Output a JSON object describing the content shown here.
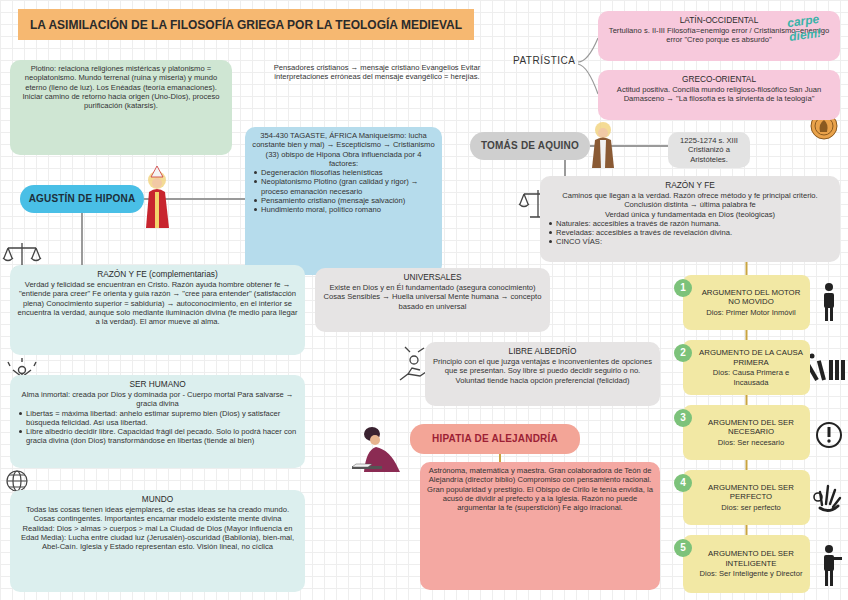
{
  "diagram": {
    "title": "LA ASIMILACIÓN DE LA FILOSOFÍA GRIEGA POR LA TEOLOGÍA MEDIEVAL",
    "nodes": [
      {
        "text": [
          "Plotino: relaciona religiones mistéricas y platonismo = neoplatonismo. Mundo terrenal (ruina y miseria) y mundo eterno (lleno de luz). Los Enéadas (teoría emanaciones). Iniciar camino de retorno hacia origen (Uno-Dios), proceso purificación (katarsis)."
        ]
      },
      {
        "text": [
          "LATÍN-OCCIDENTAL",
          "Tertuliano s. II-III Filosofía=enemigo error / Cristianismo=enemigo error \"Creo porque es absurdo\""
        ]
      },
      {
        "text": [
          "GRECO-ORIENTAL",
          "Actitud positiva. Concilia mundo religioso-filosófico San Juan Damasceno → \"La filosofía es la sirvienta de la teología\""
        ]
      },
      {
        "text": [
          "354-430 TAGASTE, ÁFRICA Maniqueísmo: lucha constante bien y mal) → Escepticismo → Cristianismo (33) obispo de Hipona Obra influenciada por 4 factores:",
          "Degeneración filosofías helenísticas",
          "Neoplatonismo Plotino (gran calidad y rigor) → proceso emanación necesario",
          "Pensamiento cristiano (mensaje salvación)",
          "Hundimiento moral, político romano"
        ]
      },
      {
        "text": [
          "TOMÁS DE AQUINO"
        ]
      },
      {
        "text": [
          "1225-1274 s. XIII Cristianizó a Aristóteles."
        ]
      },
      {
        "text": [
          "AGUSTÍN DE HIPONA"
        ]
      },
      {
        "text": [
          "RAZÓN Y FE",
          "Caminos que llegan a la verdad. Razón ofrece método y fe principal criterio. Conclusión distinta → última palabra fe",
          "Verdad única y fundamentada en Dios (teológicas)",
          "Naturales: accesibles a través de razón humana.",
          "Reveladas: accesibles a través de revelación divina.",
          "CINCO VÍAS:"
        ]
      },
      {
        "text": [
          "RAZÓN Y FE (complementarias)",
          "Verdad y felicidad se encuentran en Cristo. Razón ayuda hombre obtener fe → \"entiende para creer\" Fe orienta y guía razón → \"cree para entender\" (satisfacción plena) Conocimiento superior = sabiduría) → autoconocimiento, en el interior se encuentra la verdad, aunque solo mediante iluminación divina (fe medio para llegar a la verdad). El amor mueve al alma."
        ]
      },
      {
        "text": [
          "UNIVERSALES",
          "Existe en Dios y en Él fundamentado (asegura conocimiento) Cosas Sensibles → Huella universal Mente humana → concepto basado en universal"
        ]
      },
      {
        "text": [
          "ARGUMENTO DEL MOTOR NO MOVIDO",
          "Dios: Primer Motor Inmóvil"
        ]
      },
      {
        "text": [
          "ARGUMENTO DE LA CAUSA PRIMERA",
          "Dios: Causa Primera e Incausada"
        ]
      },
      {
        "text": [
          "LIBRE ALBEDRÍO",
          "Principio con el que juzga ventajas e inconvenientes de opciones que se presentan. Soy libre si puedo decidir seguirlo o no. Voluntad tiende hacia opción preferencial (felicidad)"
        ]
      },
      {
        "text": [
          "SER HUMANO",
          "Alma inmortal: creada por Dios y dominada por - Cuerpo mortal Para salvarse → gracia divina",
          "Libertas = máxima libertad: anhelo estimar supremo bien (Dios) y satisfacer búsqueda felicidad. Así usa libertad.",
          "Libre albedrío decidir libre. Capacidad frágil del pecado. Solo lo podrá hacer con gracia divina (don Dios) transformándose en libertas (tiende al bien)"
        ]
      },
      {
        "text": [
          "ARGUMENTO DEL SER NECESARIO",
          "Dios: Ser necesario"
        ]
      },
      {
        "text": [
          "HIPATIA DE ALEJANDRÍA"
        ]
      },
      {
        "text": [
          "Astrónoma, matemática y maestra. Gran colaboradora de Teón de Alejandría (director biblio) Compromiso con pensamiento racional. Gran popularidad y prestigio. El Obispo de Cirilo le tenía envidia, la acusó de dividir al prefecto y a la Iglesia. Razón no puede argumentar la fe (superstición) Fe algo irracional."
        ]
      },
      {
        "text": [
          "ARGUMENTO DEL SER PERFECTO",
          "Dios: ser perfecto"
        ]
      },
      {
        "text": [
          "MUNDO",
          "Todas las cosas tienen ideas ejemplares, de estas ideas se ha creado mundo. Cosas contingentes. Importantes encarnar modelo existente mente divina Realidad: Dios > almas > cuerpos > mal La Ciudad de Dios (Mayor influencia en Edad Media): Lucha entre ciudad luz (Jerusalén)-oscuridad (Babilonia), bien-mal, Abel-Caín. Iglesia y Estado representan esto. Visión lineal, no cíclica"
        ]
      },
      {
        "text": [
          "ARGUMENTO DEL SER INTELIGENTE",
          "Dios: Ser Inteligente y Director"
        ]
      }
    ],
    "edges": [
      {
        "from": 6,
        "to": 3,
        "arrow": "none"
      },
      {
        "from": 6,
        "to": 8,
        "arrow": "none"
      },
      {
        "from": 4,
        "to": 5,
        "arrow": "none"
      },
      {
        "from": 4,
        "to": 7,
        "arrow": "none"
      },
      {
        "from": 7,
        "to": 10,
        "arrow": "none"
      },
      {
        "from": 10,
        "to": 11,
        "arrow": "none"
      },
      {
        "from": 11,
        "to": 14,
        "arrow": "none"
      },
      {
        "from": 14,
        "to": 17,
        "arrow": "none"
      },
      {
        "from": 17,
        "to": 19,
        "arrow": "none"
      },
      {
        "from": 15,
        "to": 16,
        "arrow": "none"
      }
    ],
    "labels": [
      "carpe diem!",
      "PATRÍSTICA",
      "Pensadores cristianos → mensaje cristiano Evangelios Evitar interpretaciones erróneas del mensaje evangélico = herejías.",
      "1",
      "2",
      "3",
      "4",
      "5"
    ]
  }
}
